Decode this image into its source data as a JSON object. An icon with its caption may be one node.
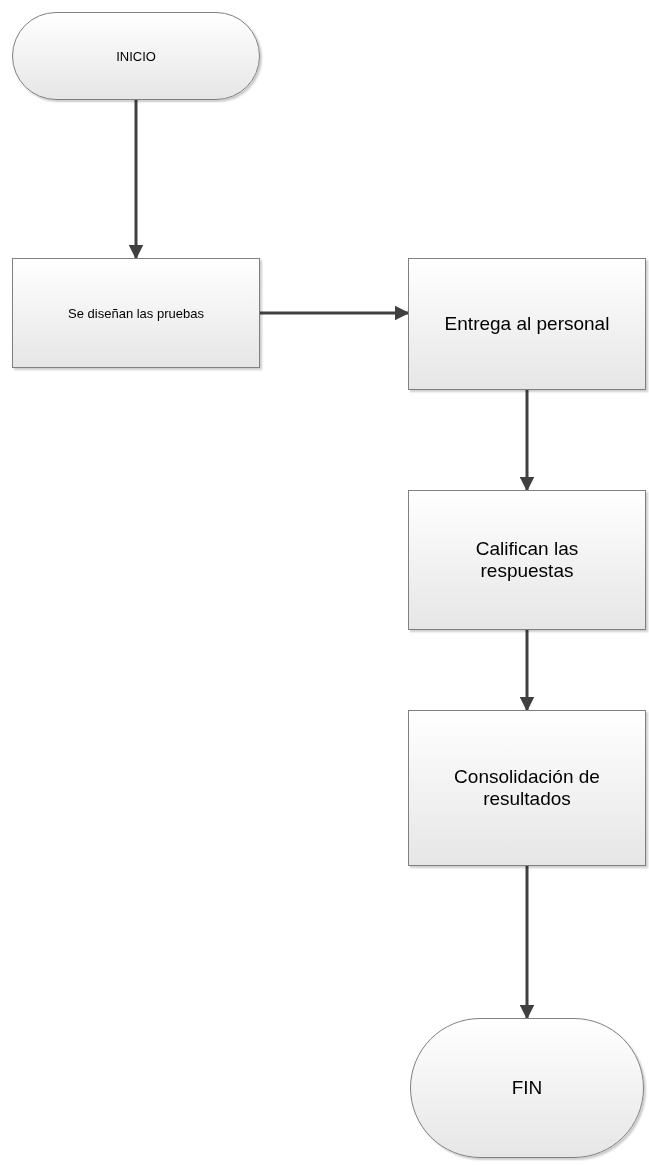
{
  "diagram": {
    "nodes": [
      {
        "text": [
          "INICIO"
        ]
      },
      {
        "text": [
          "Se diseñan las pruebas"
        ]
      },
      {
        "text": [
          "Entrega al personal"
        ]
      },
      {
        "text": [
          "Califican las respuestas"
        ]
      },
      {
        "text": [
          "Consolidación de resultados"
        ]
      },
      {
        "text": [
          "FIN"
        ]
      }
    ],
    "edges": [
      {
        "from": 0,
        "to": 1,
        "arrow": "to"
      },
      {
        "from": 1,
        "to": 2,
        "arrow": "to"
      },
      {
        "from": 2,
        "to": 3,
        "arrow": "to"
      },
      {
        "from": 3,
        "to": 4,
        "arrow": "to"
      },
      {
        "from": 4,
        "to": 5,
        "arrow": "to"
      }
    ]
  }
}
